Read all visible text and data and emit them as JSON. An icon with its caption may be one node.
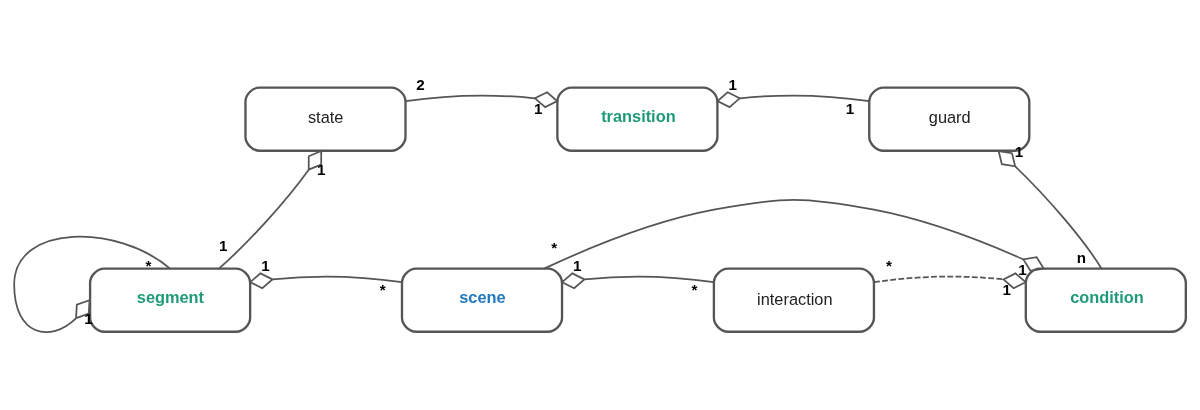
{
  "diagram": {
    "nodes": [
      {
        "text": [
          "state"
        ]
      },
      {
        "text": [
          "transition"
        ]
      },
      {
        "text": [
          "guard"
        ]
      },
      {
        "text": [
          "segment"
        ]
      },
      {
        "text": [
          "scene"
        ]
      },
      {
        "text": [
          "interaction"
        ]
      },
      {
        "text": [
          "condition"
        ]
      }
    ],
    "edges": [
      {
        "from": 3,
        "to": 0,
        "arrow": "other"
      },
      {
        "from": 0,
        "to": 1,
        "arrow": "other"
      },
      {
        "from": 2,
        "to": 1,
        "arrow": "other"
      },
      {
        "from": 6,
        "to": 2,
        "arrow": "other"
      },
      {
        "from": 3,
        "to": 3,
        "arrow": "other"
      },
      {
        "from": 4,
        "to": 3,
        "arrow": "other"
      },
      {
        "from": 5,
        "to": 4,
        "arrow": "other"
      },
      {
        "from": 5,
        "to": 6,
        "arrow": "other",
        "style": "dashed"
      },
      {
        "from": 4,
        "to": 6,
        "arrow": "other"
      }
    ],
    "labels": [
      "2",
      "1",
      "1",
      "1",
      "1",
      "1",
      "1",
      "n",
      "*",
      "1",
      "1",
      "*",
      "1",
      "*",
      "*",
      "1",
      "*",
      "1"
    ]
  }
}
